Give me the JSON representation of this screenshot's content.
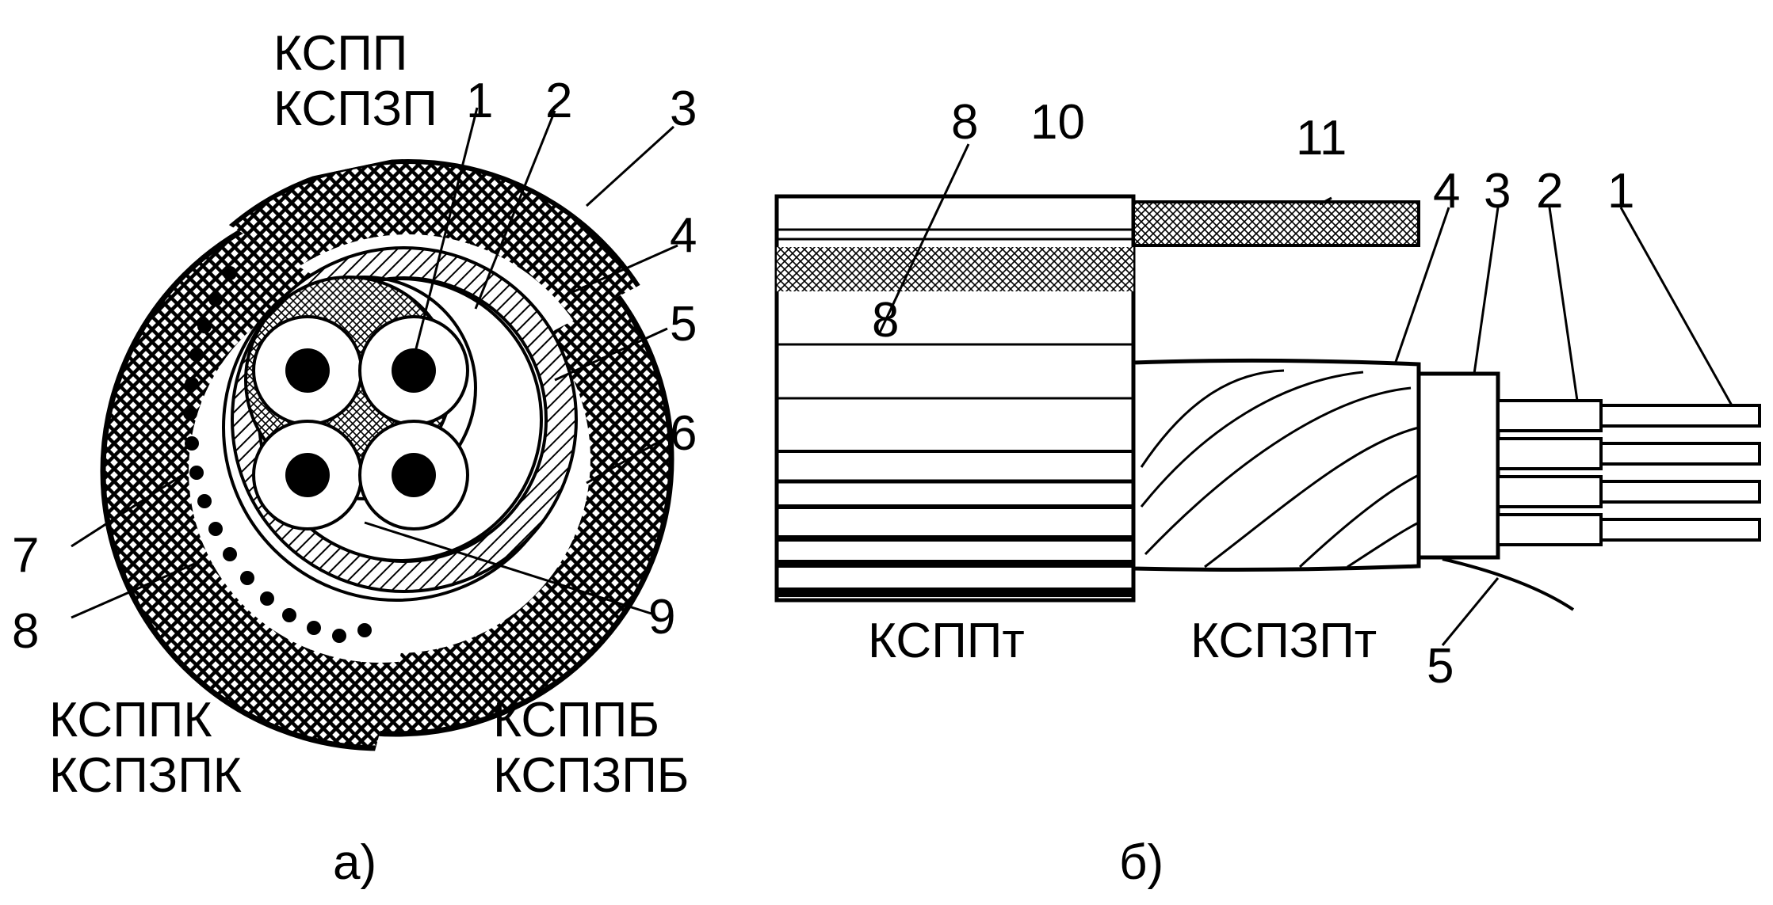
{
  "panel_a": {
    "cable_types": {
      "top": [
        "КСПП",
        "КСПЗП"
      ],
      "bottom_left": [
        "КСППК",
        "КСПЗПК"
      ],
      "bottom_right": [
        "КСППБ",
        "КСПЗПБ"
      ]
    },
    "callouts": [
      "1",
      "2",
      "3",
      "4",
      "5",
      "6",
      "7",
      "8",
      "9"
    ],
    "caption": "а)"
  },
  "panel_b": {
    "callouts_top": [
      "8",
      "10",
      "11",
      "4",
      "3",
      "2",
      "1"
    ],
    "callout_bottom": "5",
    "section_labels": [
      "КСППт",
      "КСПЗПт"
    ],
    "caption": "б)"
  },
  "colors": {
    "ink": "#000000",
    "paper": "#ffffff"
  }
}
